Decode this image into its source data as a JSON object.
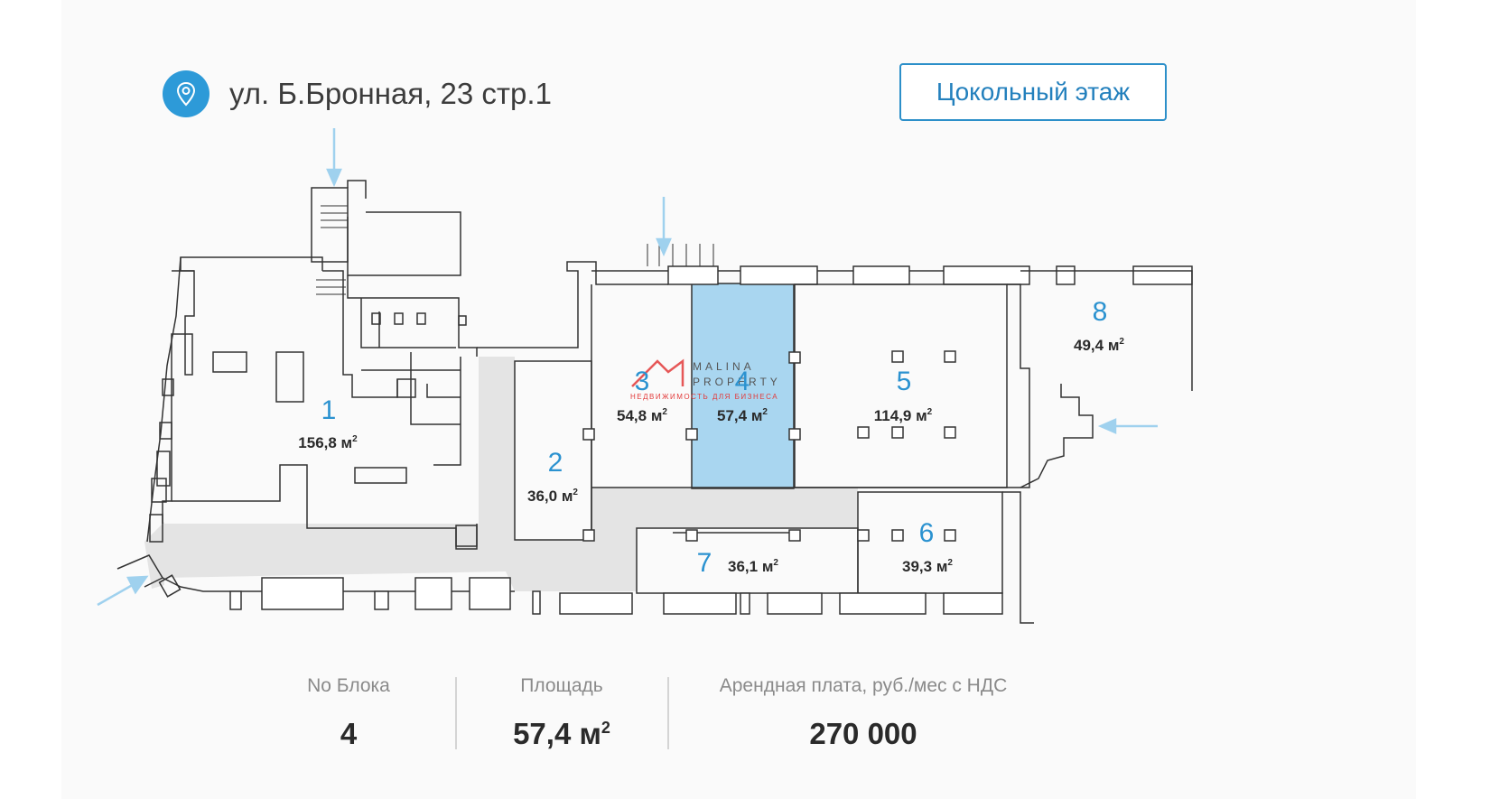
{
  "header": {
    "address": "ул. Б.Бронная, 23 стр.1",
    "floor_button": "Цокольный этаж",
    "pin_icon": "location-pin-icon"
  },
  "plan": {
    "watermark_line1": "MALINA",
    "watermark_line2": "PROPERTY",
    "watermark_line3": "НЕДВИЖИМОСТЬ ДЛЯ БИЗНЕСА",
    "selected_block": "4",
    "colors": {
      "accent": "#2d9ad8",
      "selected_fill": "#a9d6f0",
      "corridor_fill": "#e4e4e4",
      "wall": "#333333",
      "arrow": "#9fd1ee",
      "watermark_red": "#e23a3a"
    },
    "blocks": [
      {
        "number": "1",
        "area": "156,8 м",
        "sup": "2"
      },
      {
        "number": "2",
        "area": "36,0 м",
        "sup": "2"
      },
      {
        "number": "3",
        "area": "54,8 м",
        "sup": "2"
      },
      {
        "number": "4",
        "area": "57,4 м",
        "sup": "2"
      },
      {
        "number": "5",
        "area": "114,9 м",
        "sup": "2"
      },
      {
        "number": "6",
        "area": "39,3 м",
        "sup": "2"
      },
      {
        "number": "7",
        "area": "36,1 м",
        "sup": "2"
      },
      {
        "number": "8",
        "area": "49,4 м",
        "sup": "2"
      }
    ]
  },
  "footer": {
    "block_label": "No Блока",
    "block_value": "4",
    "area_label": "Площадь",
    "area_value": "57,4 м",
    "area_sup": "2",
    "rent_label": "Арендная плата, руб./мес с НДС",
    "rent_value": "270 000"
  }
}
